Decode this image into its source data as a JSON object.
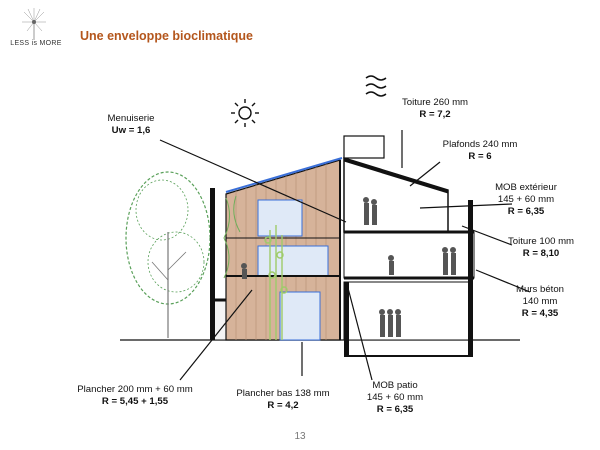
{
  "logo": {
    "text": "LESS is MORE"
  },
  "title": "Une enveloppe bioclimatique",
  "labels": {
    "menuiserie": {
      "name": "Menuiserie",
      "value": "Uw = 1,6"
    },
    "toiture": {
      "name": "Toiture 260 mm",
      "value": "R = 7,2"
    },
    "plafonds": {
      "name": "Plafonds 240 mm",
      "value": "R = 6"
    },
    "mob_ext": {
      "name": "MOB extérieur",
      "size": "145 + 60 mm",
      "value": "R = 6,35"
    },
    "toiture100": {
      "name": "Toiture 100 mm",
      "value": "R = 8,10"
    },
    "murs_beton": {
      "name": "Murs béton",
      "size": "140 mm",
      "value": "R = 4,35"
    },
    "plancher200": {
      "name": "Plancher 200 mm + 60 mm",
      "value": "R = 5,45 + 1,55"
    },
    "plancher_bas": {
      "name": "Plancher bas 138 mm",
      "value": "R = 4,2"
    },
    "mob_patio": {
      "name": "MOB patio",
      "size": "145 + 60 mm",
      "value": "R = 6,35"
    }
  },
  "page_number": "13",
  "colors": {
    "title": "#b4561c",
    "wood": "#d6b39a",
    "glass": "#3a6fd8",
    "tree": "#5aa05a",
    "bamboo": "#9ecb6a"
  }
}
